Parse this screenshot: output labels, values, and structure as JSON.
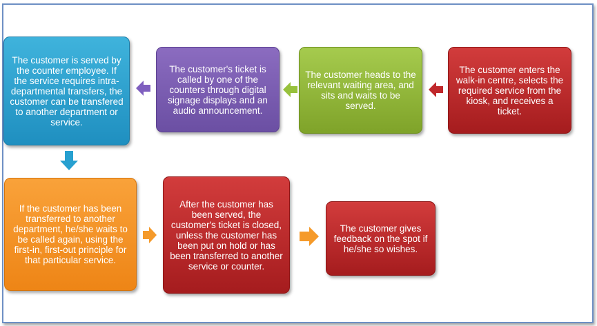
{
  "steps": [
    {
      "id": "enter",
      "text": "The customer enters the walk-in centre, selects the required service from the kiosk, and receives a ticket."
    },
    {
      "id": "wait",
      "text": "The customer heads to the relevant waiting area, and sits and waits to be served."
    },
    {
      "id": "called",
      "text": "The customer's ticket is called by one of the counters through digital signage displays and an audio announcement."
    },
    {
      "id": "served",
      "text": "The customer is served by the counter employee. If the service requires intra-departmental transfers, the customer can be transfered to another department or service."
    },
    {
      "id": "transferred",
      "text": "If the customer has been transferred to another department, he/she waits to be called again, using the first-in, first-out principle for that particular service."
    },
    {
      "id": "closed",
      "text": "After the customer has been served, the customer's ticket is closed, unless the customer has been put on hold or has been transferred to another service or counter."
    },
    {
      "id": "feedback",
      "text": "The customer gives feedback on the spot if he/she so wishes."
    }
  ],
  "colors": {
    "red": "#b82a2b",
    "green": "#92b83b",
    "purple": "#7a5cb0",
    "blue": "#2ba0cf",
    "orange": "#f39422",
    "arrow_red": "#c0282b",
    "arrow_green": "#97c13c",
    "arrow_purple": "#7f5fbf",
    "arrow_blue": "#27a0d0",
    "arrow_orange": "#f59a2a"
  }
}
